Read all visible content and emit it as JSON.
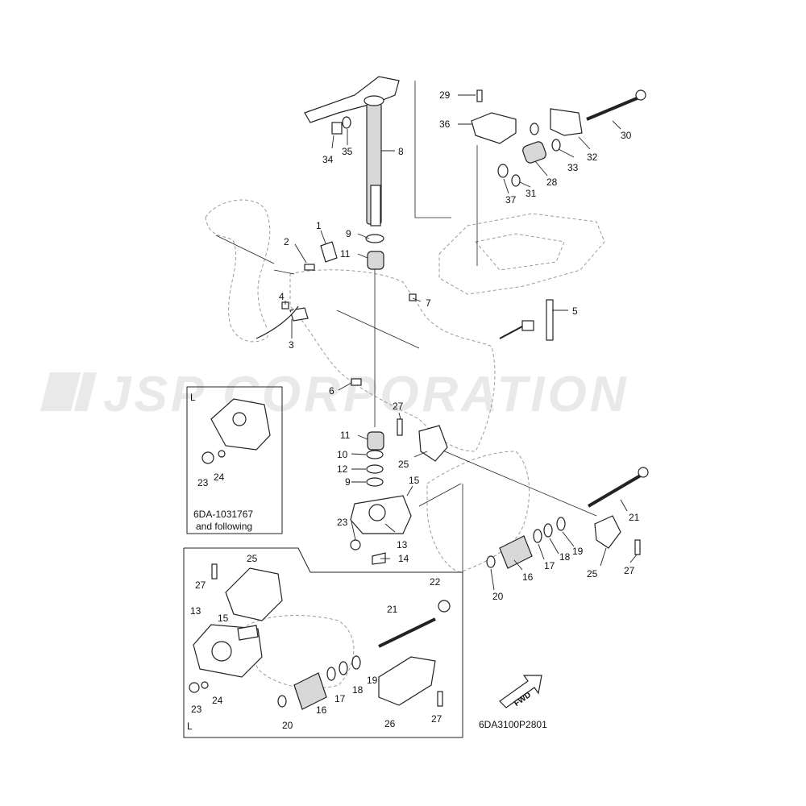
{
  "watermark": "JSP CORPORATION",
  "diagram_code": "6DA3100P2801",
  "fwd_label": "FWD",
  "inset_top": {
    "corner_label": "L",
    "note_line1": "6DA-1031767",
    "note_line2": "and following",
    "callouts": [
      "23",
      "24"
    ]
  },
  "inset_bottom": {
    "corner_label": "L",
    "callouts": [
      "25",
      "27",
      "13",
      "15",
      "22",
      "21",
      "19",
      "18",
      "17",
      "16",
      "20",
      "23",
      "24",
      "26",
      "27"
    ]
  },
  "callouts": {
    "c1": "1",
    "c2": "2",
    "c3": "3",
    "c4": "4",
    "c5": "5",
    "c6": "6",
    "c7": "7",
    "c8": "8",
    "c9a": "9",
    "c9b": "9",
    "c10": "10",
    "c11a": "11",
    "c11b": "11",
    "c12": "12",
    "c13": "13",
    "c14": "14",
    "c15": "15",
    "c16": "16",
    "c17": "17",
    "c18": "18",
    "c19": "19",
    "c20": "20",
    "c21": "21",
    "c23": "23",
    "c25a": "25",
    "c25b": "25",
    "c27a": "27",
    "c27b": "27",
    "c28": "28",
    "c29": "29",
    "c30": "30",
    "c31": "31",
    "c32": "32",
    "c33": "33",
    "c34": "34",
    "c35": "35",
    "c36": "36",
    "c37": "37"
  }
}
